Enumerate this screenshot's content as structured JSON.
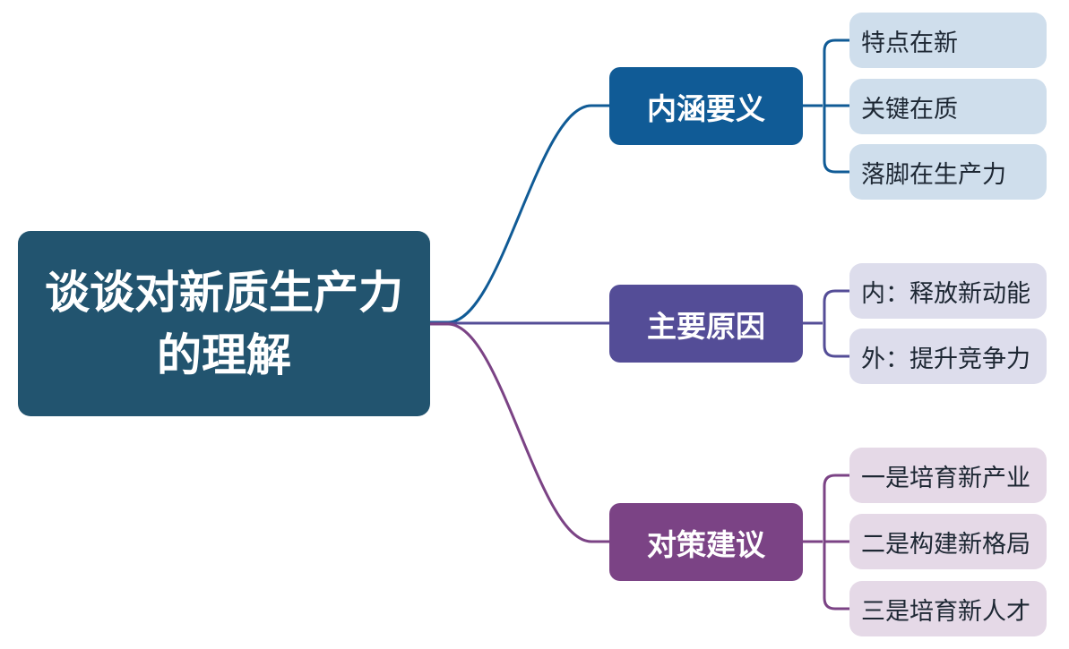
{
  "root": {
    "label": "谈谈对新质生产力的理解",
    "color": "#22546f"
  },
  "branches": [
    {
      "label": "内涵要义",
      "color": "#105b96",
      "line_color": "#105b96",
      "leaf_color": "#cfdeec",
      "children": [
        "特点在新",
        "关键在质",
        "落脚在生产力"
      ]
    },
    {
      "label": "主要原因",
      "color": "#544d97",
      "line_color": "#544d97",
      "leaf_color": "#ddddec",
      "children": [
        "内：释放新动能",
        "外：提升竞争力"
      ]
    },
    {
      "label": "对策建议",
      "color": "#7b4385",
      "line_color": "#7b4385",
      "leaf_color": "#e5d9e7",
      "children": [
        "一是培育新产业",
        "二是构建新格局",
        "三是培育新人才"
      ]
    }
  ]
}
